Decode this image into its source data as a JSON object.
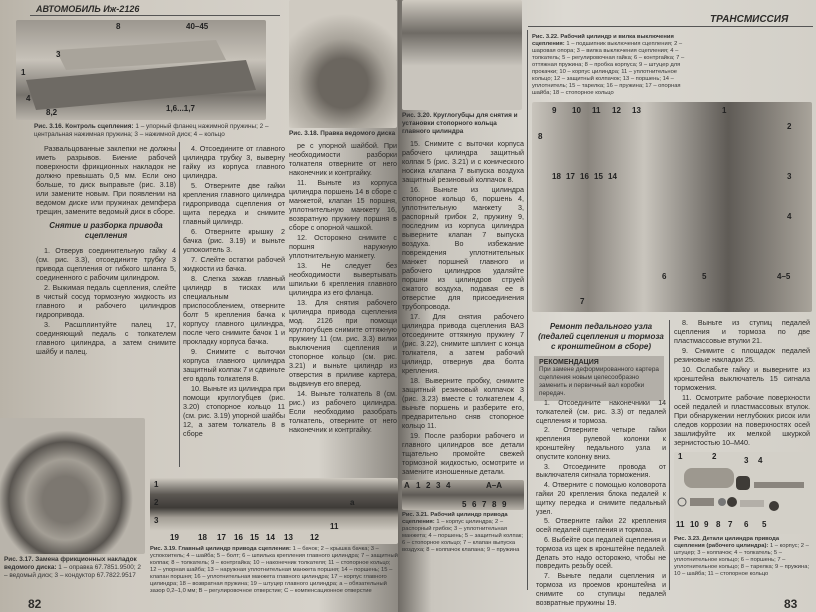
{
  "left_page": {
    "running_header": "АВТОМОБИЛЬ Иж-2126",
    "page_number": "82",
    "fig_3_16_caption": {
      "label": "Рис. 3.16. Контроль сцепления:",
      "text": "1 – упорный фланец нажимной пружины; 2 – центральная нажимная пружина; 3 – нажимной диск; 4 – кольцо"
    },
    "fig_3_16_labels": [
      "8",
      "40–45",
      "3",
      "1",
      "4",
      "8,2",
      "1,6...1,7"
    ],
    "col1": {
      "intro": "Развальцованные заклепки не должны иметь разрывов. Биение рабочей поверхности фрикционных накладок не должно превышать 0,5 мм. Если оно больше, то диск выправьте (рис. 3.18) или замените новым. При появлении на ведомом диске или пружинах демпфера трещин, замените ведомый диск в сборе.",
      "heading": "Снятие и разборка привода сцепления",
      "steps": [
        "1. Отверув соединительную гайку 4 (см. рис. 3.3), отсоедините трубку 3 привода сцепления от гибкого шланга 5, соединенного с рабочим цилиндром.",
        "2. Выжимая педаль сцепления, слейте в чистый сосуд тормозную жидкость из главного и рабочего цилиндров гидропривода.",
        "3. Расшплинтуйте палец 17, соединяющий педаль с толкателем главного цилиндра, а затем снимите шайбу и палец."
      ]
    },
    "col2": {
      "steps": [
        "4. Отсоедините от главного цилиндра трубку 3, выверну гайку из корпуса главного цилиндра.",
        "5. Отверните две гайки крепления главного цилиндра гидропривода сцепления от щита передка и снимите главный цилиндр.",
        "6. Отверните крышку 2 бачка (рис. 3.19) и выньте успокоитель 3.",
        "7. Слейте остатки рабочей жидкости из бачка.",
        "8. Слегка зажав главный цилиндр в тисках или специальным приспособлением, отверните болт 5 крепления бачка к корпусу главного цилиндра, после чего снимите бачок 1 и прокладку корпуса бачка.",
        "9. Снимите с выточки корпуса главного цилиндра защитный колпак 7 и сдвиньте его вдоль толкателя 8.",
        "10. Выньте из цилиндра при помощи круглогубцев (рис. 3.20) стопорное кольцо 11 (см. рис. 3.19) упорной шайбы 12, а затем толкатель 8 в сборе"
      ]
    },
    "fig_3_18_caption": "Рис. 3.18. Правка ведомого диска",
    "col3": {
      "steps": [
        "ре с упорной шайбой. При необходимости разборки толкателя отверните от него наконечник и контргайку.",
        "11. Выньте из корпуса цилиндра поршень 14 в сборе с манжетой, клапан 15 поршня, уплотнительную манжету 16, возвратную пружину поршня в сборе с опорной чашкой.",
        "12. Осторожно снимите с поршня наружную уплотнительную манжету.",
        "13. Не следует без необходимости вывертывать шпильки 6 крепления главного цилиндра из его фланца.",
        "13. Для снятия рабочего цилиндра привода сцепления мод. 2126 при помощи круглогубцев снимите оттяжную пружину 11 (см. рис. 3.3) вилки выключения сцепления и стопорное кольцо (см. рис. 3.21) и выньте цилиндр из отверстия в приливе картера, выдвинув его вперед.",
        "14. Выньте толкатель 8 (см. рис.) из рабочего цилиндра. Если необходимо разобрать толкатель, отверните от него наконечник и контргайку."
      ]
    },
    "fig_3_17_caption": {
      "label": "Рис. 3.17. Замена фрикционных накладок ведомого диска:",
      "text": "1 – оправка 67.7851.9500; 2 – ведомый диск; 3 – кондуктор 67.7822.9517"
    },
    "fig_3_19_labels": [
      "1",
      "2",
      "3",
      "19",
      "18",
      "17",
      "16",
      "15",
      "14",
      "13",
      "12",
      "11",
      "a"
    ],
    "fig_3_19_caption": {
      "label": "Рис. 3.19. Главный цилиндр привода сцепления:",
      "text": "1 – бачок; 2 – крышка бачка; 3 – успокоитель; 4 – шайба; 5 – болт; 6 – шпилька крепления главного цилиндра; 7 – защитный колпак; 8 – толкатель; 9 – контргайка; 10 – наконечник толкателя; 11 – стопорное кольцо; 12 – упорная шайба; 13 – наружная уплотнительная манжета поршня; 14 – поршень; 15 – клапан поршня; 16 – уплотнительная манжета главного цилиндра; 17 – корпус главного цилиндра; 18 – возвратная пружина; 19 – штуцер главного цилиндра; а – обязательный зазор 0,2–1,0 мм; B – регулировочное отверстие; C – компенсационное отверстие"
    }
  },
  "right_page": {
    "running_header": "ТРАНСМИССИЯ",
    "page_number": "83",
    "fig_3_20_caption": "Рис. 3.20. Круглогубцы для снятия и установки стопорного кольца главного цилиндра",
    "col1": {
      "steps": [
        "15. Снимите с выточки корпуса рабочего цилиндра защитный колпак 5 (рис. 3.21) и с конического носика клапана 7 выпуска воздуха защитный резиновый колпачок 8.",
        "16. Выньте из цилиндра стопорное кольцо 6, поршень 4, уплотнительную манжету 3, распорный грибок 2, пружину 9, последним из корпуса цилиндра выверните клапан 7 выпуска воздуха. Во избежание повреждения уплотнительных манжет поршней главного и рабочего цилиндров удаляйте поршни из цилиндров струей сжатого воздуха, подавая ее в отверстие для присоединения трубопровода.",
        "17. Для снятия рабочего цилиндра привода сцепления ВАЗ отсоедините оттяжную пружину 7 (рис. 3.22), снимите шплинт с конца толкателя, а затем рабочий цилиндр, отвернув два болта крепления.",
        "18. Выверните пробку, снимите защитный резиновый колпачок 3 (рис. 3.23) вместе с толкателем 4, выньте поршень и разберите его, предварительно сняв стопорное кольцо 11.",
        "19. После разборки рабочего и главного цилиндров все детали тщательно промойте свежей тормозной жидкостью, осмотрите и замените изношенные детали."
      ]
    },
    "fig_3_21_labels": [
      "A",
      "1",
      "2",
      "3",
      "4",
      "A–A",
      "5",
      "6",
      "7",
      "8",
      "9"
    ],
    "fig_3_21_caption": {
      "label": "Рис. 3.21. Рабочий цилиндр привода сцепления:",
      "text": "1 – корпус цилиндра; 2 – распорный грибок; 3 – уплотнительная манжета; 4 – поршень; 5 – защитный колпак; 6 – стопорное кольцо; 7 – клапан выпуска воздуха; 8 – колпачок клапана; 9 – пружина"
    },
    "fig_3_22_caption": {
      "label": "Рис. 3.22. Рабочий цилиндр и вилка выключения сцепления:",
      "text": "1 – подшипник выключения сцепления; 2 – шаровая опора; 3 – вилка выключения сцепления; 4 – толкатель; 5 – регулировочная гайка; 6 – контргайка; 7 – оттяжная пружина; 8 – пробка корпуса; 9 – штуцер для прокачки; 10 – корпус цилиндра; 11 – уплотнительное кольцо; 12 – защитный колпачок; 13 – поршень; 14 – уплотнитель; 15 – тарелка; 16 – пружина; 17 – опорная шайба; 18 – стопорное кольцо"
    },
    "fig_3_22_labels": [
      "9",
      "8",
      "10",
      "11",
      "12",
      "13",
      "1",
      "2",
      "3",
      "4",
      "18",
      "17",
      "16",
      "15",
      "14",
      "7",
      "6",
      "5",
      "4–5"
    ],
    "section_heading": "Ремонт педального узла (педалей сцепления и тормоза с кронштейном в сборе)",
    "recommendation": {
      "title": "РЕКОМЕНДАЦИЯ",
      "text": "При замене деформированного картера сцепления новым целесообразно заменить и первичный вал коробки передач."
    },
    "col2": {
      "steps": [
        "1. Отсоедините наконечники 14 толкателей (см. рис. 3.3) от педалей сцепления и тормоза.",
        "2. Отверните четыре гайки крепления рулевой колонки к кронштейну педального узла и опустите колонку вниз.",
        "3. Отсоедините провода от выключателя сигнала торможения.",
        "4. Отверните с помощью коловорота гайки 20 крепления блока педалей к щитку передка и снимите педальный узел.",
        "5. Отверните гайки 22 крепления осей педалей сцепления и тормоза.",
        "6. Выбейте оси педалей сцепления и тормоза из щек в кронштейне педалей. Делать это надо осторожно, чтобы не повредить резьбу осей.",
        "7. Выньте педали сцепления и тормоза из проемов кронштейна и снимите со ступицы педалей возвратные пружины 19."
      ]
    },
    "col3": {
      "steps": [
        "8. Выньте из ступиц педалей сцепления и тормоза по две пластмассовые втулки 21.",
        "9. Снимите с площадок педалей резиновые накладки 25.",
        "10. Ослабьте гайку и выверните из кронштейна выключатель 15 сигнала торможения.",
        "11. Осмотрите рабочие поверхности осей педалей и пластмассовых втулок. При обнаружении неглубоких рисок или следов коррозии на поверхностях осей зашлифуйте их мелкой шкуркой зернистостью 10–М40."
      ]
    },
    "fig_3_23_labels": [
      "1",
      "2",
      "3",
      "4",
      "11",
      "10",
      "9",
      "8",
      "7",
      "6",
      "5"
    ],
    "fig_3_23_caption": {
      "label": "Рис. 3.23. Детали цилиндра привода сцепления (рабочего цилиндра):",
      "text": "1 – корпус; 2 – штуцер; 3 – колпачок; 4 – толкатель; 5 – уплотнительное кольцо; 6 – поршень; 7 – уплотнительное кольцо; 8 – тарелка; 9 – пружина; 10 – шайба; 11 – стопорное кольцо"
    }
  }
}
